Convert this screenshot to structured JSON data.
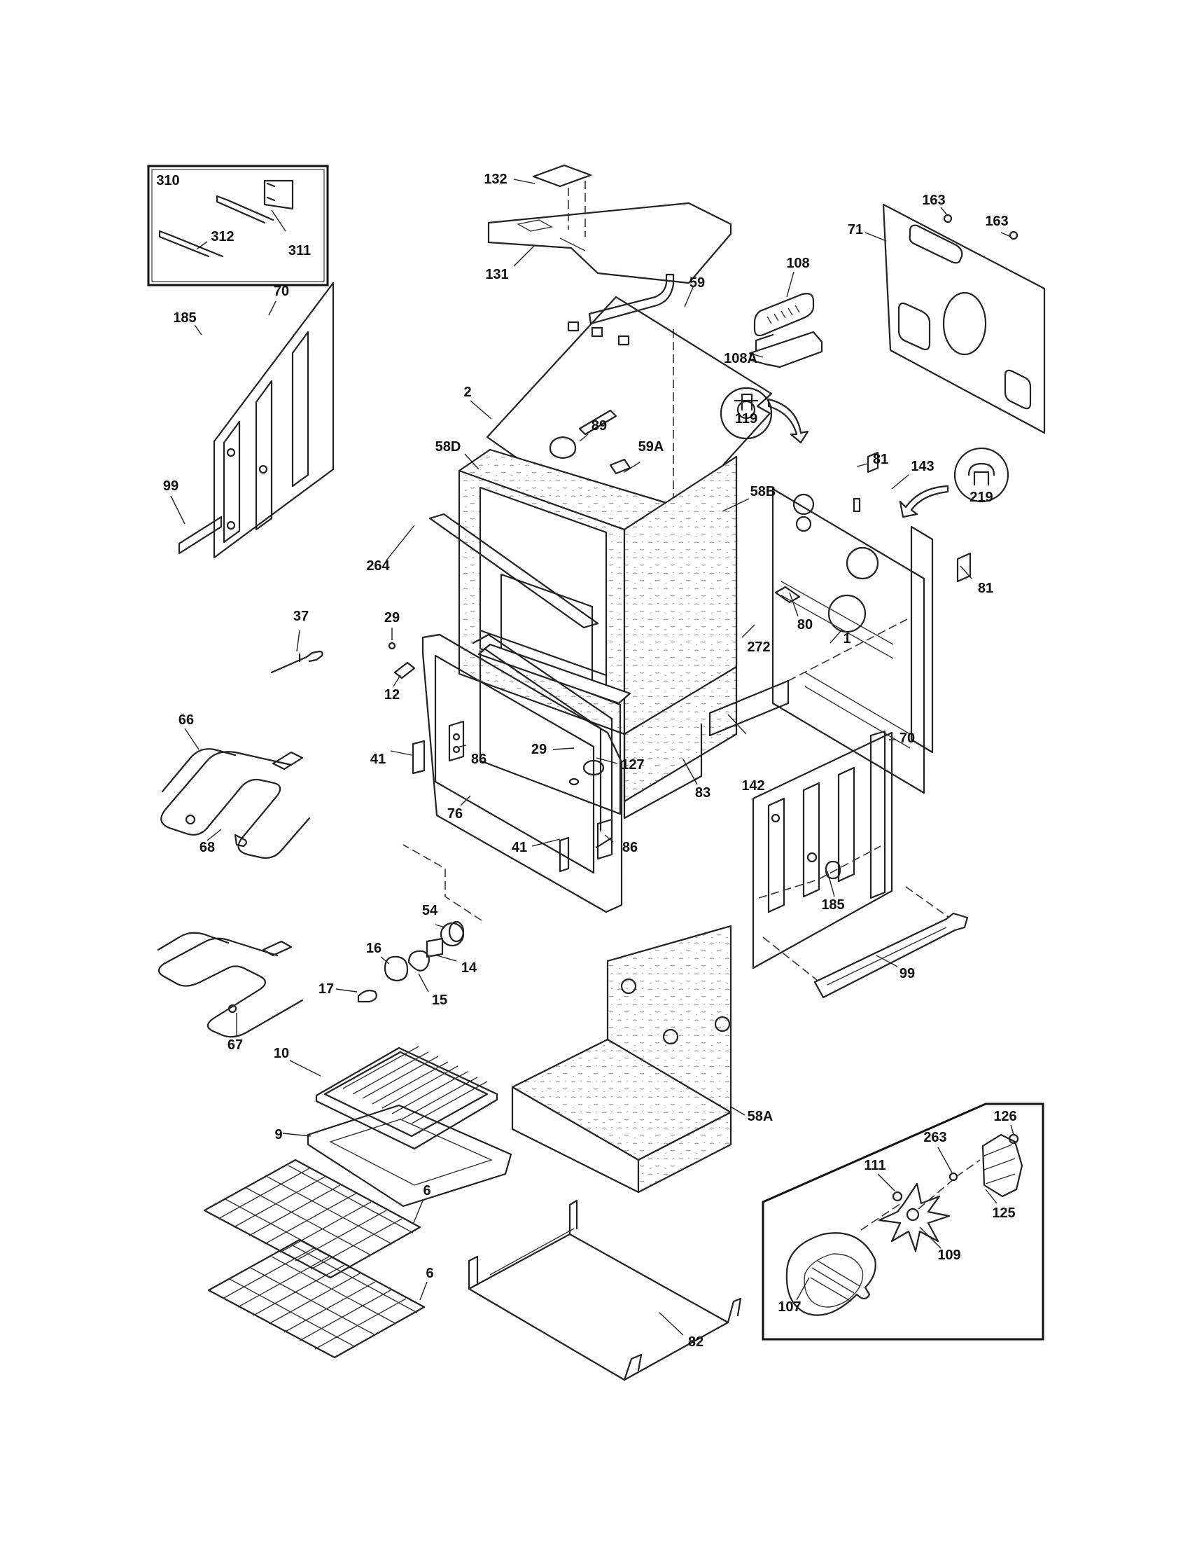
{
  "callouts": {
    "c310": "310",
    "c312": "312",
    "c311": "311",
    "c132": "132",
    "c131": "131",
    "c59": "59",
    "c163a": "163",
    "c163b": "163",
    "c71": "71",
    "c108": "108",
    "c108A": "108A",
    "c119": "119",
    "c70a": "70",
    "c185a": "185",
    "c99a": "99",
    "c2": "2",
    "c89": "89",
    "c58D": "58D",
    "c59A": "59A",
    "c58B": "58B",
    "c81a": "81",
    "c143": "143",
    "c219": "219",
    "c81b": "81",
    "c264": "264",
    "c37": "37",
    "c29a": "29",
    "c12": "12",
    "c272": "272",
    "c80": "80",
    "c1": "1",
    "c66": "66",
    "c29b": "29",
    "c127": "127",
    "c142": "142",
    "c41a": "41",
    "c86a": "86",
    "c76": "76",
    "c83": "83",
    "c70b": "70",
    "c68": "68",
    "c41b": "41",
    "c86b": "86",
    "c185b": "185",
    "c54": "54",
    "c16": "16",
    "c14": "14",
    "c17": "17",
    "c15": "15",
    "c99b": "99",
    "c67": "67",
    "c10": "10",
    "c58A": "58A",
    "c9": "9",
    "c126": "126",
    "c263": "263",
    "c111": "111",
    "c125": "125",
    "c6a": "6",
    "c109": "109",
    "c6b": "6",
    "c107": "107",
    "c82": "82"
  }
}
